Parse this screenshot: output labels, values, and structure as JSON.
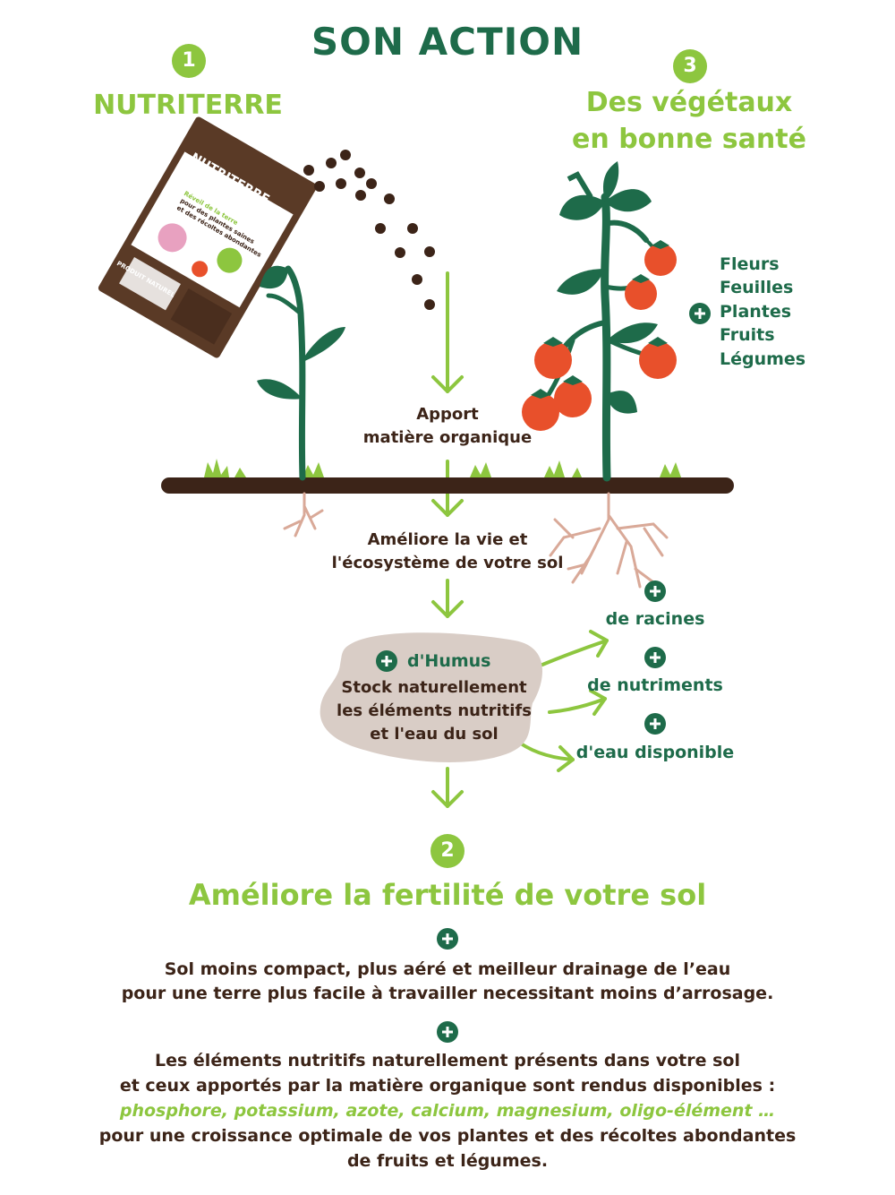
{
  "title": "SON ACTION",
  "step1": {
    "number": "1",
    "label": "NUTRITERRE"
  },
  "step3": {
    "number": "3",
    "label_line1": "Des végétaux",
    "label_line2": "en bonne santé"
  },
  "step2": {
    "number": "2",
    "label": "Améliore la fertilité de votre sol"
  },
  "packet": {
    "brand": "NUTRITERRE",
    "subtitle": "Fumier de Ferme",
    "tagline_lines": [
      "Réveil de la terre",
      "pour des plantes saines",
      "et des récoltes abondantes"
    ],
    "footer": "PRODUIT NATUREL"
  },
  "plant_benefits": [
    "Fleurs",
    "Feuilles",
    "Plantes",
    "Fruits",
    "Légumes"
  ],
  "flow": {
    "apport_line1": "Apport",
    "apport_line2": "matière organique",
    "ameliore_line1": "Améliore la vie et",
    "ameliore_line2": "l'écosystème de votre sol",
    "humus_label": "d'Humus",
    "humus_line1": "Stock naturellement",
    "humus_line2": "les éléments nutritifs",
    "humus_line3": "et l'eau du sol"
  },
  "outputs": [
    "de racines",
    "de nutriments",
    "d'eau disponible"
  ],
  "benefit1": {
    "line1": "Sol moins compact, plus aéré et meilleur drainage de l’eau",
    "line2": "pour une terre plus facile à travailler necessitant moins d’arrosage."
  },
  "benefit2": {
    "line1": "Les éléments nutritifs naturellement présents dans votre sol",
    "line2": "et ceux apportés par la matière organique sont rendus disponibles :",
    "nutrients": "phosphore, potassium, azote, calcium, magnesium, oligo-élément …",
    "line4": "pour une croissance optimale de vos plantes et des récoltes abondantes",
    "line5": "de fruits et légumes."
  },
  "colors": {
    "dark_green": "#1e6b4a",
    "light_green": "#8dc63f",
    "brown": "#3c2418",
    "tomato": "#e8502b",
    "humus_blob": "#d9cdc6"
  }
}
